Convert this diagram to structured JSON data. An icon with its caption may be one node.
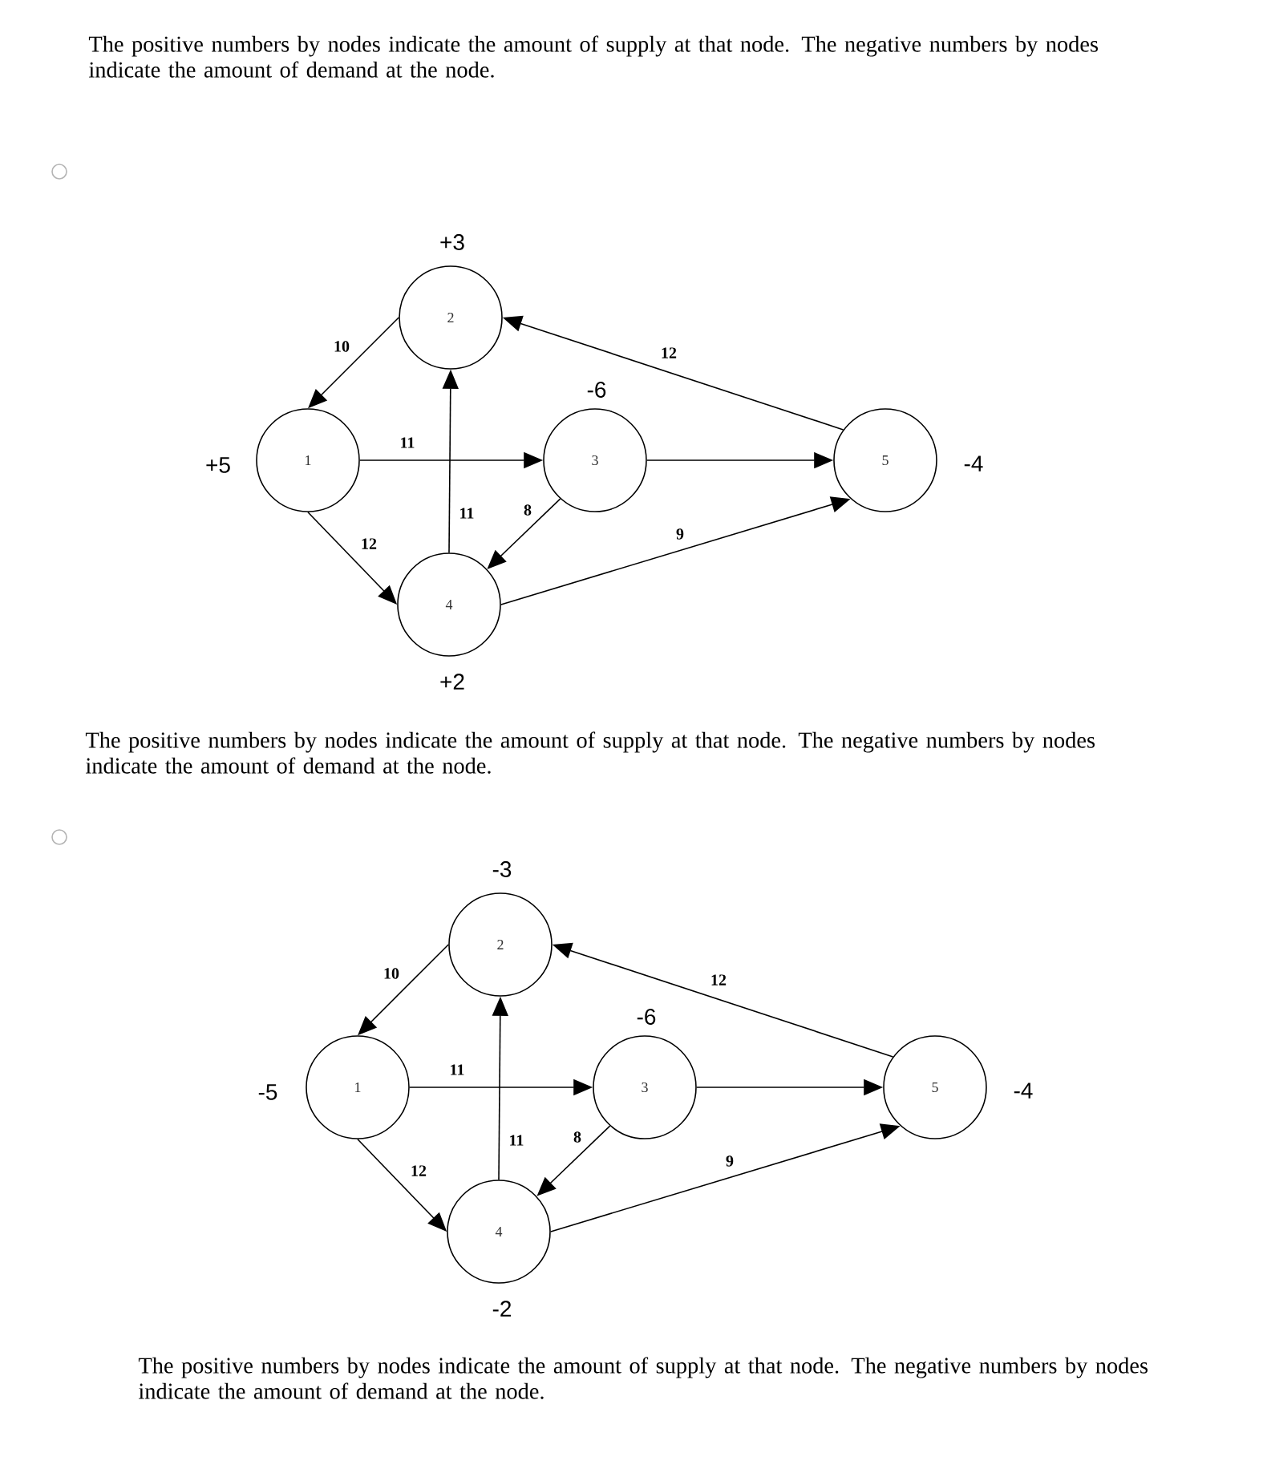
{
  "diagram": {
    "nodes": [
      {
        "text": [
          "2"
        ],
        "beside": [
          "+3"
        ]
      },
      {
        "text": [
          "1"
        ],
        "beside": [
          "+5"
        ]
      },
      {
        "text": [
          "3"
        ],
        "beside": [
          "-6"
        ]
      },
      {
        "text": [
          "5"
        ],
        "beside": [
          "-4"
        ]
      },
      {
        "text": [
          "4"
        ],
        "beside": [
          "+2"
        ]
      },
      {
        "text": [
          "2"
        ],
        "beside": [
          "-3"
        ]
      },
      {
        "text": [
          "1"
        ],
        "beside": [
          "-5"
        ]
      },
      {
        "text": [
          "3"
        ],
        "beside": [
          "-6"
        ]
      },
      {
        "text": [
          "5"
        ],
        "beside": [
          "-4"
        ]
      },
      {
        "text": [
          "4"
        ],
        "beside": [
          "-2"
        ]
      }
    ],
    "edges": [
      {
        "from": 0,
        "to": 1,
        "arrow": "to",
        "label": "10"
      },
      {
        "from": 3,
        "to": 0,
        "arrow": "to",
        "label": "12"
      },
      {
        "from": 1,
        "to": 2,
        "arrow": "to",
        "label": "11"
      },
      {
        "from": 4,
        "to": 0,
        "arrow": "to",
        "label": "11"
      },
      {
        "from": 2,
        "to": 4,
        "arrow": "to",
        "label": "8"
      },
      {
        "from": 1,
        "to": 4,
        "arrow": "to",
        "label": "12"
      },
      {
        "from": 2,
        "to": 3,
        "arrow": "to"
      },
      {
        "from": 4,
        "to": 3,
        "arrow": "to",
        "label": "9"
      },
      {
        "from": 5,
        "to": 6,
        "arrow": "to",
        "label": "10"
      },
      {
        "from": 8,
        "to": 5,
        "arrow": "to",
        "label": "12"
      },
      {
        "from": 6,
        "to": 7,
        "arrow": "to",
        "label": "11"
      },
      {
        "from": 9,
        "to": 5,
        "arrow": "to",
        "label": "11"
      },
      {
        "from": 7,
        "to": 9,
        "arrow": "to",
        "label": "8"
      },
      {
        "from": 6,
        "to": 9,
        "arrow": "to",
        "label": "12"
      },
      {
        "from": 7,
        "to": 8,
        "arrow": "to"
      },
      {
        "from": 9,
        "to": 8,
        "arrow": "to",
        "label": "9"
      }
    ],
    "labels": [
      "The positive numbers by nodes indicate the amount of supply at that node. The negative numbers by nodes indicate the amount of demand at the node.",
      "The positive numbers by nodes indicate the amount of supply at that node. The negative numbers by nodes indicate the amount of demand at the node.",
      "The positive numbers by nodes indicate the amount of supply at that node. The negative numbers by nodes indicate the amount of demand at the node."
    ]
  }
}
